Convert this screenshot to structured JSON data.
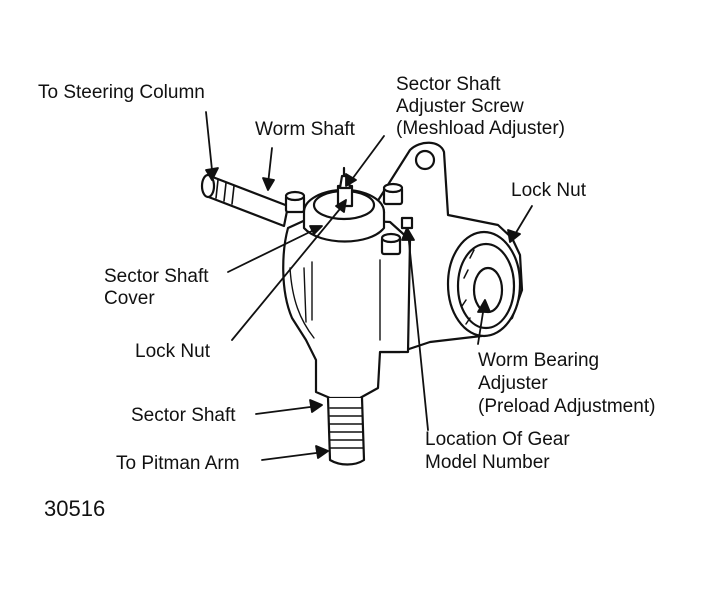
{
  "labels": {
    "steering_column": "To Steering Column",
    "worm_shaft": "Worm Shaft",
    "sector_adj_1": "Sector Shaft",
    "sector_adj_2": "Adjuster Screw",
    "sector_adj_3": "(Meshload Adjuster)",
    "lock_nut_right": "Lock Nut",
    "sector_cover_1": "Sector Shaft",
    "sector_cover_2": "Cover",
    "lock_nut_left": "Lock Nut",
    "worm_bearing_1": "Worm Bearing",
    "worm_bearing_2": "Adjuster",
    "worm_bearing_3": "(Preload Adjustment)",
    "sector_shaft": "Sector Shaft",
    "pitman_arm": "To Pitman Arm",
    "gear_loc_1": "Location Of Gear",
    "gear_loc_2": "Model Number"
  },
  "figure_number": "30516"
}
